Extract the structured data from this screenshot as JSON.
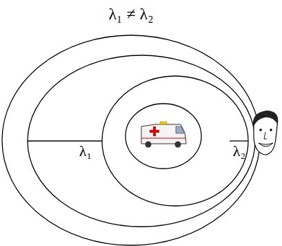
{
  "diagram": {
    "title": "λ₁ ≠ λ₂",
    "labels": [
      "λ₁",
      "λ₂"
    ]
  }
}
